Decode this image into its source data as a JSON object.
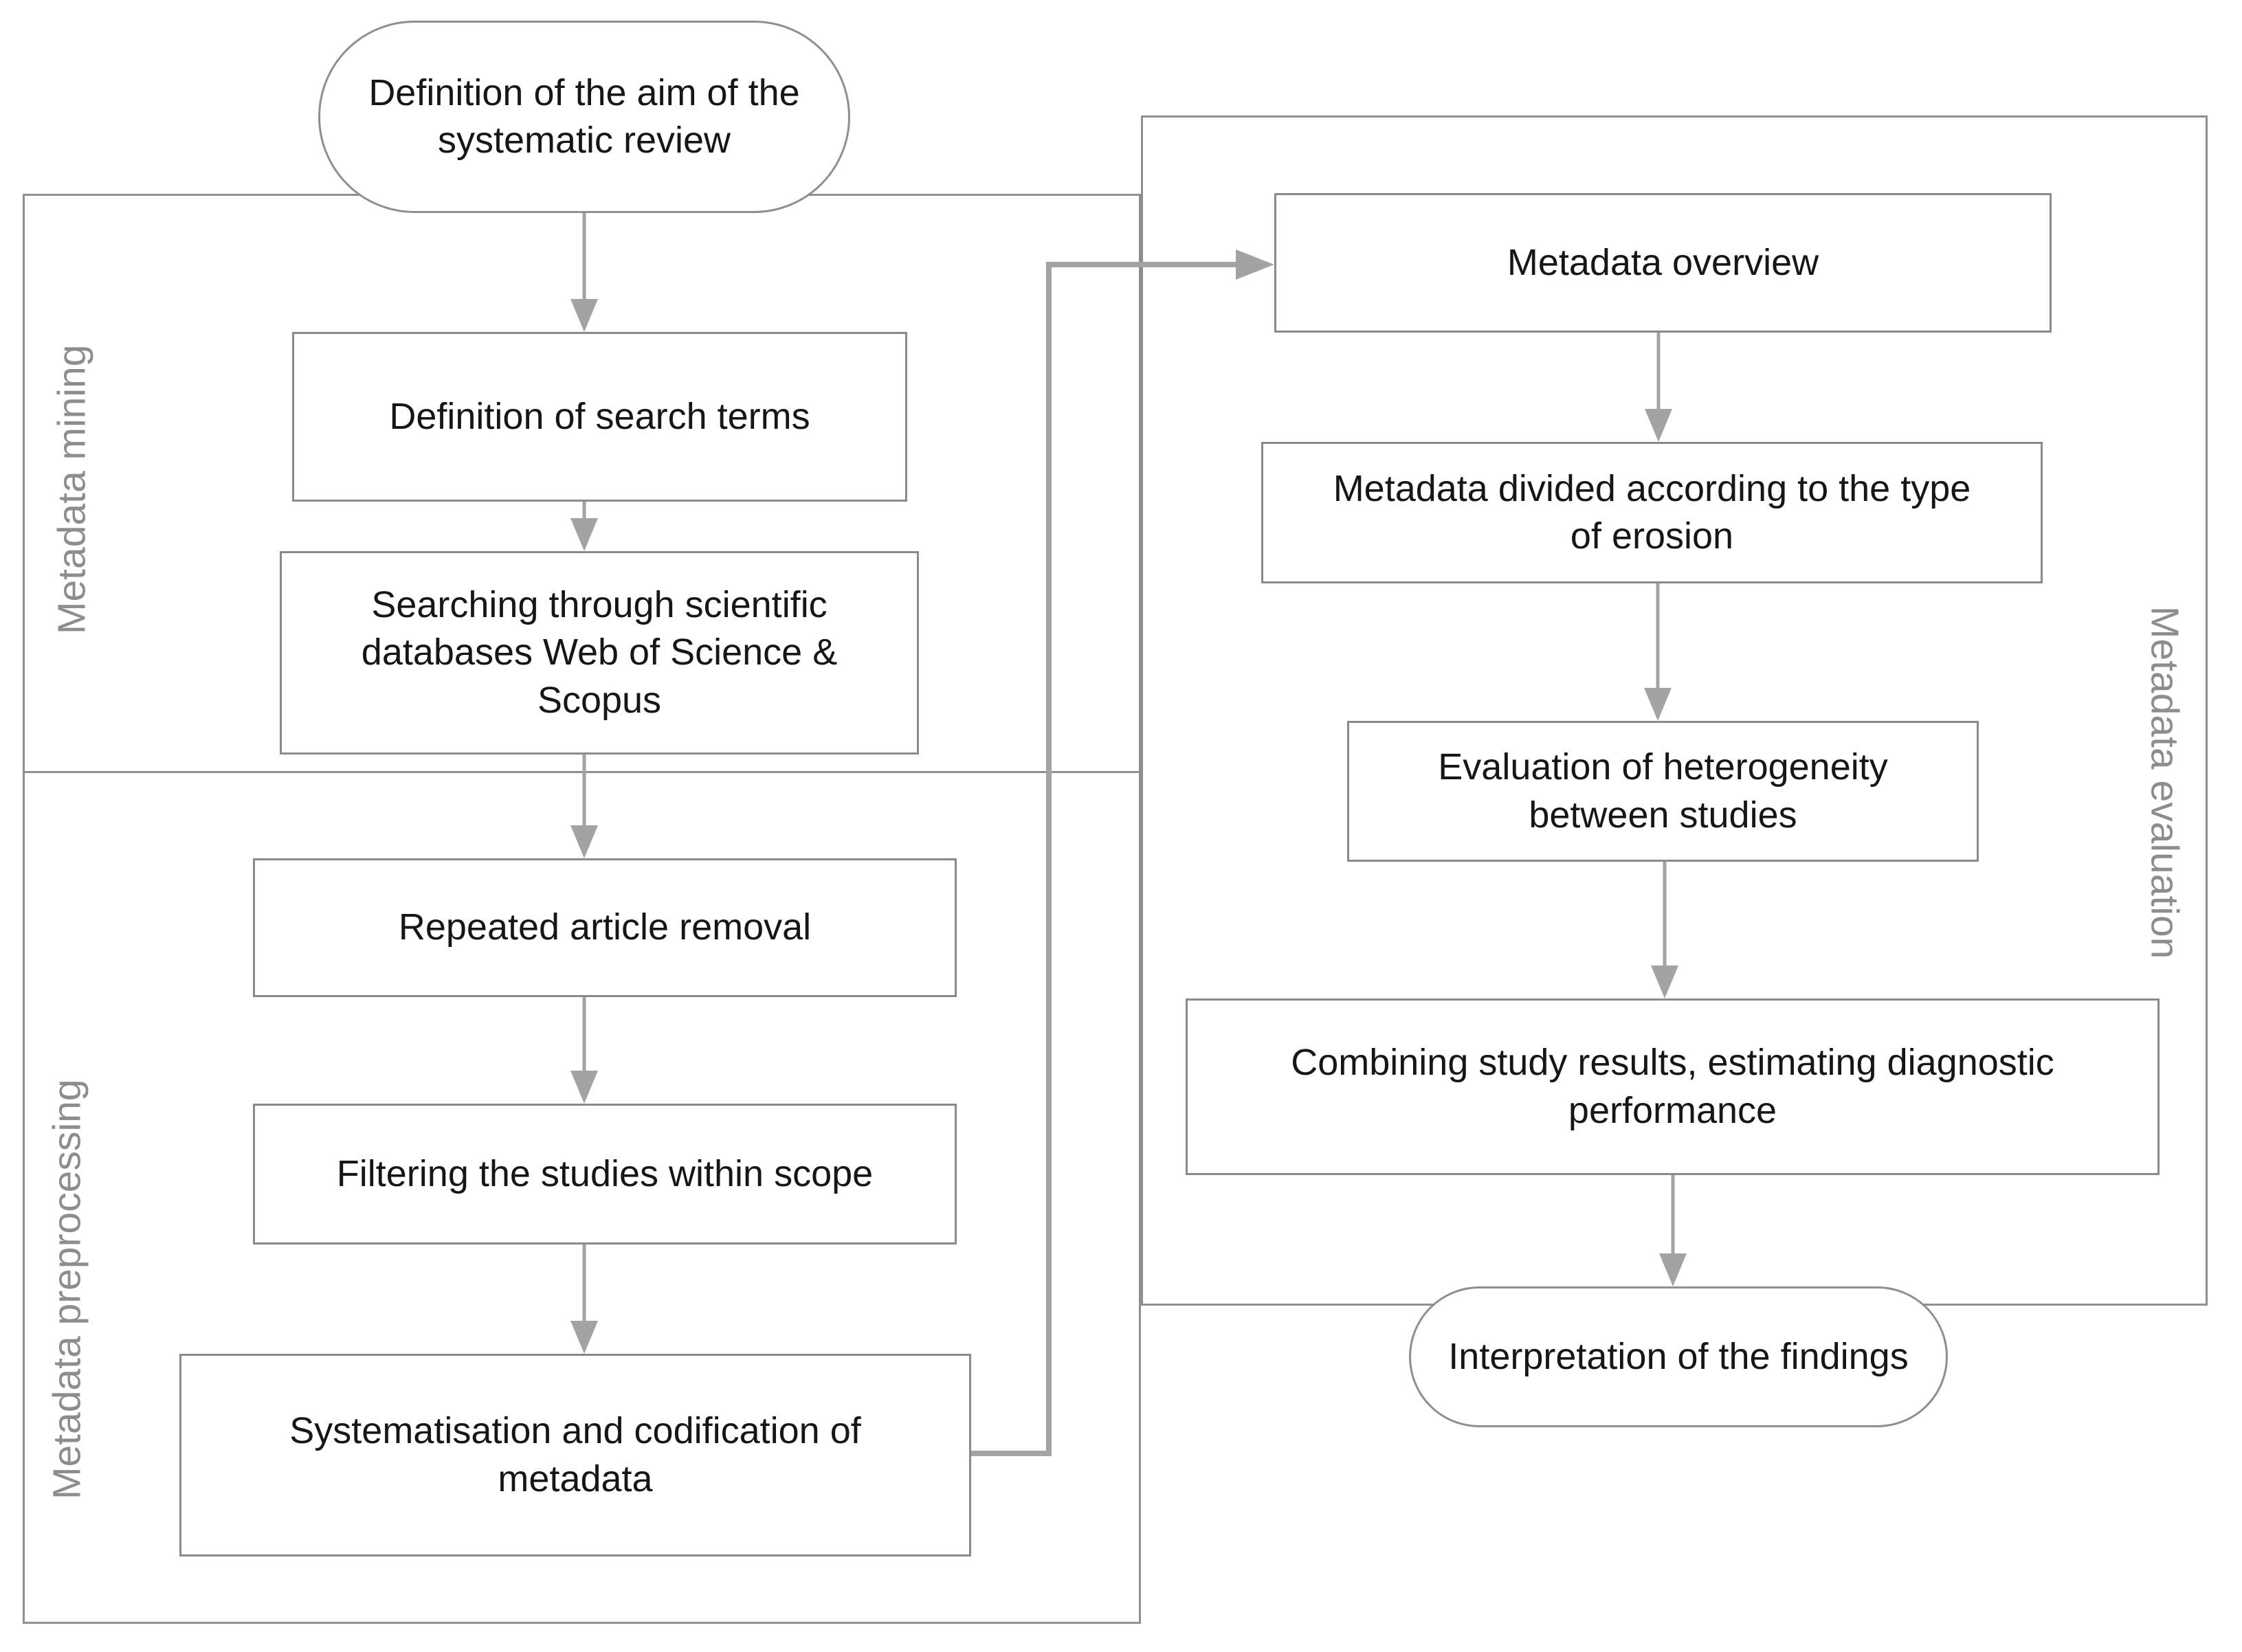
{
  "groups": {
    "mining": {
      "label": "Metadata mining"
    },
    "preprocessing": {
      "label": "Metadata preprocessing"
    },
    "evaluation": {
      "label": "Metadata evaluation"
    }
  },
  "nodes": {
    "aim": {
      "shape": "stadium",
      "lines": [
        "Definition of the aim of the",
        "systematic review"
      ]
    },
    "search_terms": {
      "shape": "rect",
      "lines": [
        "Definition of search terms"
      ]
    },
    "databases": {
      "shape": "rect",
      "lines": [
        "Searching through scientific",
        "databases Web of Science &",
        "Scopus"
      ]
    },
    "repeated": {
      "shape": "rect",
      "lines": [
        "Repeated article removal"
      ]
    },
    "filtering": {
      "shape": "rect",
      "lines": [
        "Filtering the studies within scope"
      ]
    },
    "systematisation": {
      "shape": "rect",
      "lines": [
        "Systematisation and codification of",
        "metadata"
      ]
    },
    "overview": {
      "shape": "rect",
      "lines": [
        "Metadata overview"
      ]
    },
    "divided": {
      "shape": "rect",
      "lines": [
        "Metadata divided according to the type",
        "of erosion"
      ]
    },
    "heterogeneity": {
      "shape": "rect",
      "lines": [
        "Evaluation of heterogeneity",
        "between studies"
      ]
    },
    "combining": {
      "shape": "rect",
      "lines": [
        "Combining study results, estimating diagnostic",
        "performance"
      ]
    },
    "interpretation": {
      "shape": "stadium",
      "lines": [
        "Interpretation of the findings"
      ]
    }
  },
  "colors": {
    "node_border": "#8a8a8a",
    "group_border": "#8f8f8f",
    "arrow": "#a3a3a3",
    "text": "#161616",
    "group_label_text": "#8d8d8d",
    "background": "#ffffff"
  }
}
